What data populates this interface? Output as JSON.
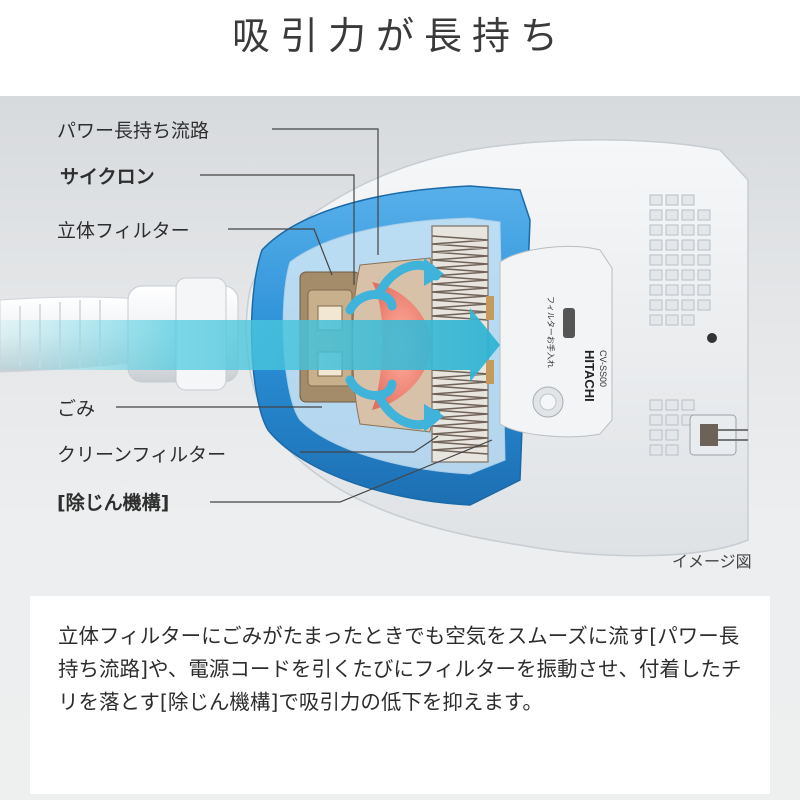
{
  "title": "吸引力が長持ち",
  "labels": {
    "power_duct": "パワー長持ち流路",
    "cyclone": "サイクロン",
    "solid_filter": "立体フィルター",
    "dust": "ごみ",
    "clean_filter": "クリーンフィルター",
    "dust_removal": "[除じん機構]"
  },
  "product": {
    "brand": "HITACHI",
    "model": "CV-SS00",
    "panel_text": "フィルターお手入れ"
  },
  "image_note": "イメージ図",
  "description": "立体フィルターにごみがたまったときでも空気をスムーズに流す[パワー長持ち流路]や、電源コードを引くたびにフィルターを振動させ、付着したチリを落とす[除じん機構]で吸引力の低下を抑えます。",
  "colors": {
    "accent_blue": "#2a8fd6",
    "airflow_cyan": "#45c8dc",
    "filter_pink": "#f08a7a"
  }
}
